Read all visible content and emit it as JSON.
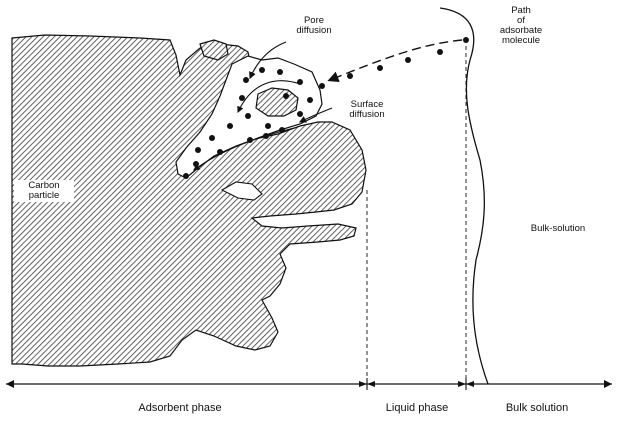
{
  "labels": {
    "pore_diffusion": [
      "Pore",
      "diffusion"
    ],
    "surface_diffusion": [
      "Surface",
      "diffusion"
    ],
    "path": [
      "Path",
      "of",
      "adsorbate",
      "molecule"
    ],
    "carbon_particle": [
      "Carbon",
      "particle"
    ],
    "bulk_solution": "Bulk-solution"
  },
  "phases": [
    {
      "label": "Adsorbent phase"
    },
    {
      "label": "Liquid phase"
    },
    {
      "label": "Bulk solution"
    }
  ],
  "colors": {
    "ink": "#111111",
    "hatch": "#3a3a3a",
    "paper": "#ffffff"
  }
}
